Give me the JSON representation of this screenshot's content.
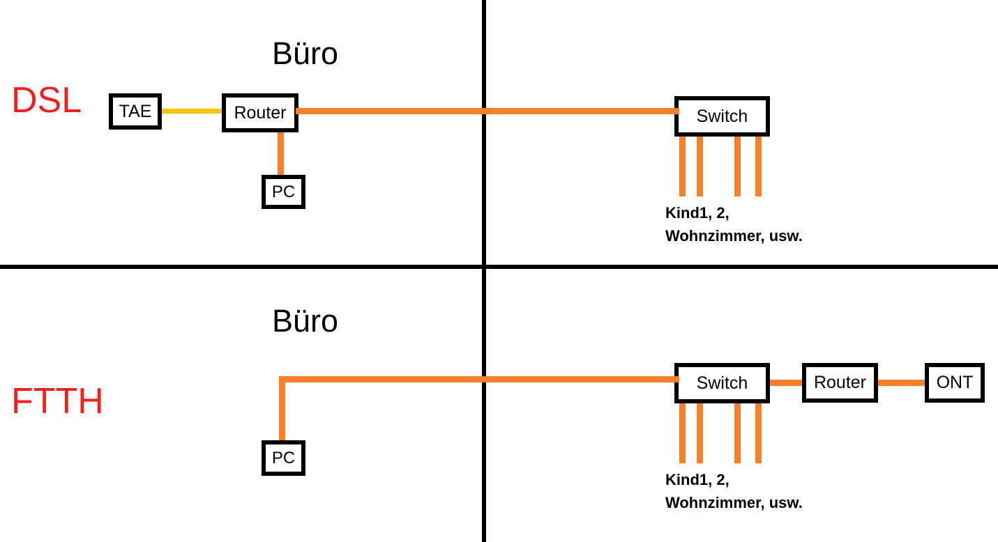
{
  "diagram": {
    "title_hidden": "",
    "colors": {
      "cable_orange": "#F98028",
      "cable_yellow": "#FFC50C",
      "tech_label_red": "#EE2020",
      "line_black": "#000000",
      "background": "#FFFFFF"
    }
  },
  "rows": {
    "dsl": {
      "tech_label": "DSL",
      "room_label": "Büro",
      "devices": {
        "tae": "TAE",
        "router": "Router",
        "pc": "PC",
        "switch": "Switch"
      },
      "endpoints_line1": "Kind1, 2,",
      "endpoints_line2": "Wohnzimmer, usw."
    },
    "ftth": {
      "tech_label": "FTTH",
      "room_label": "Büro",
      "devices": {
        "pc": "PC",
        "switch": "Switch",
        "router": "Router",
        "ont": "ONT"
      },
      "endpoints_line1": "Kind1, 2,",
      "endpoints_line2": "Wohnzimmer, usw."
    }
  }
}
